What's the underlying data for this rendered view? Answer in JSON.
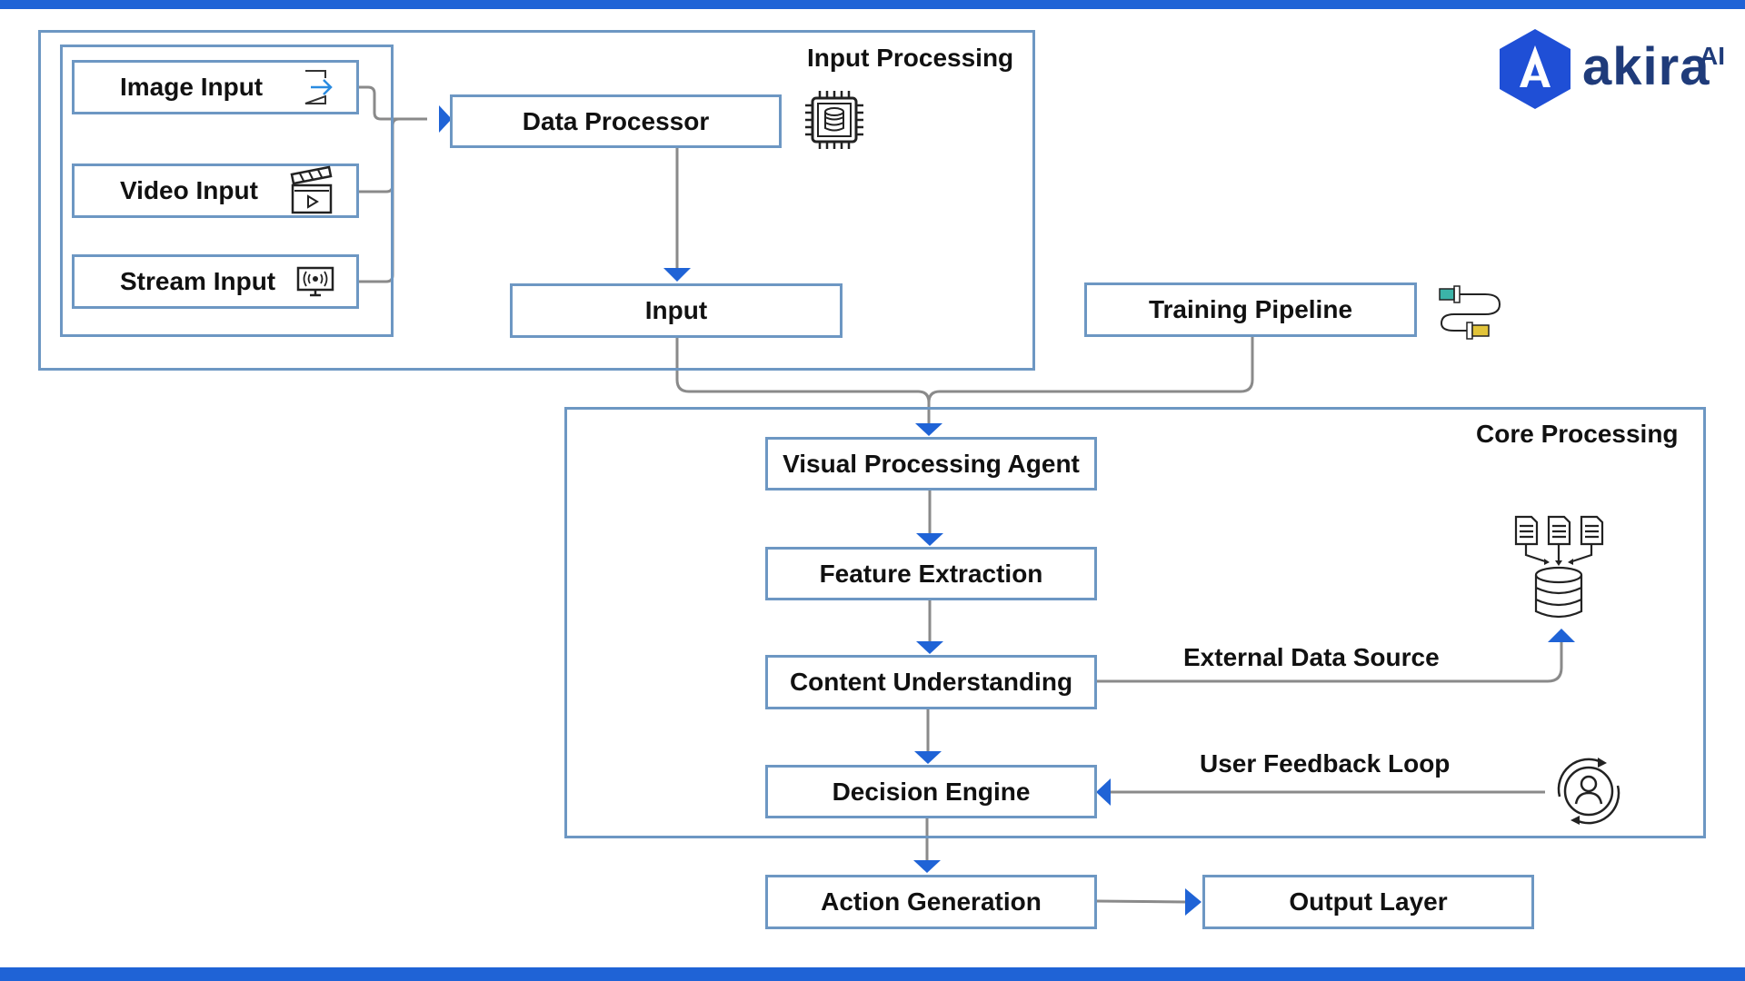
{
  "brand": {
    "name": "akira",
    "suffix": "AI",
    "accent": "#1f63d6"
  },
  "groups": {
    "input_processing": "Input Processing",
    "core_processing": "Core Processing"
  },
  "nodes": {
    "image_input": "Image Input",
    "video_input": "Video Input",
    "stream_input": "Stream Input",
    "data_processor": "Data Processor",
    "input": "Input",
    "training_pipeline": "Training Pipeline",
    "visual_processing_agent": "Visual Processing Agent",
    "feature_extraction": "Feature Extraction",
    "content_understanding": "Content Understanding",
    "decision_engine": "Decision Engine",
    "action_generation": "Action Generation",
    "output_layer": "Output Layer"
  },
  "edge_labels": {
    "external_data_source": "External Data Source",
    "user_feedback_loop": "User Feedback Loop"
  },
  "icons": {
    "image_input": "sign-in-icon",
    "video_input": "clapperboard-icon",
    "stream_input": "broadcast-monitor-icon",
    "data_processor": "cpu-database-icon",
    "training_pipeline": "pipeline-icon",
    "external_data_source": "documents-database-icon",
    "user_feedback_loop": "user-cycle-icon"
  },
  "colors": {
    "border": "#6d97c3",
    "connector": "#8a8a8a",
    "arrow": "#1f63d6"
  }
}
